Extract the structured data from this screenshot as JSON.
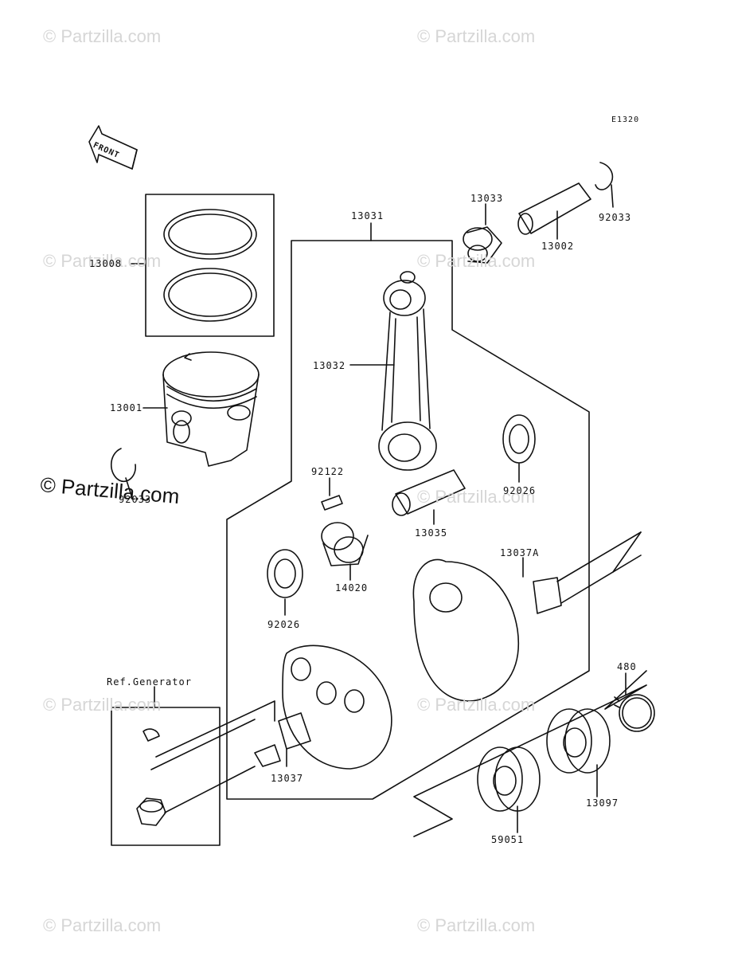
{
  "diagram_code": "E1320",
  "front_label": "FRONT",
  "watermark": "© Partzilla.com",
  "parts": [
    {
      "id": "13008",
      "ref": "13008"
    },
    {
      "id": "13001",
      "ref": "13001"
    },
    {
      "id": "92033L",
      "ref": "92033"
    },
    {
      "id": "13031",
      "ref": "13031"
    },
    {
      "id": "13033",
      "ref": "13033"
    },
    {
      "id": "13002",
      "ref": "13002"
    },
    {
      "id": "92033R",
      "ref": "92033"
    },
    {
      "id": "13032",
      "ref": "13032"
    },
    {
      "id": "92122",
      "ref": "92122"
    },
    {
      "id": "92026R",
      "ref": "92026"
    },
    {
      "id": "13035",
      "ref": "13035"
    },
    {
      "id": "14020",
      "ref": "14020"
    },
    {
      "id": "92026L",
      "ref": "92026"
    },
    {
      "id": "13037A",
      "ref": "13037A"
    },
    {
      "id": "480",
      "ref": "480"
    },
    {
      "id": "13037",
      "ref": "13037"
    },
    {
      "id": "13097",
      "ref": "13097"
    },
    {
      "id": "59051",
      "ref": "59051"
    }
  ],
  "ref_generator_label": "Ref.Generator"
}
